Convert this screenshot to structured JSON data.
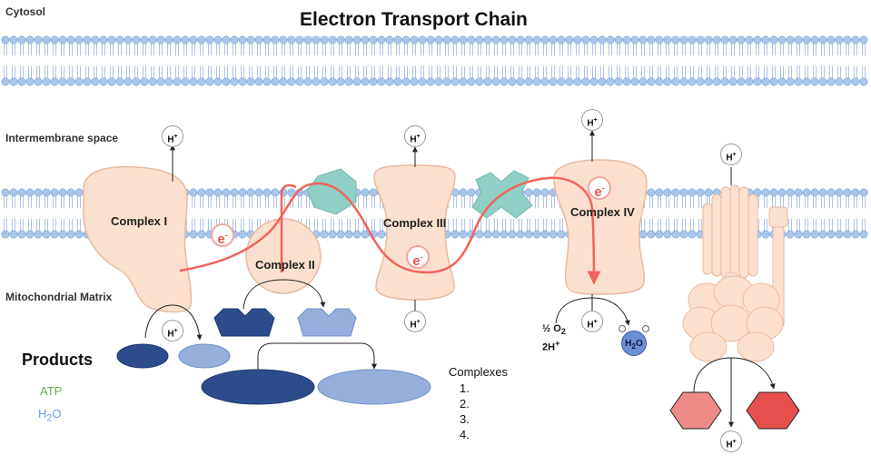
{
  "title": "Electron Transport Chain",
  "regions": {
    "cytosol": "Cytosol",
    "intermembrane": "Intermembrane space",
    "matrix": "Mitochondrial Matrix"
  },
  "complexes": {
    "c1": "Complex I",
    "c2": "Complex II",
    "c3": "Complex III",
    "c4": "Complex IV"
  },
  "electron": {
    "symbol": "e",
    "charge": "-"
  },
  "proton": {
    "symbol": "H",
    "charge": "+"
  },
  "oxygen_reaction": {
    "line1": "½ O",
    "line1_sub": "2",
    "line2": "2H",
    "line2_sup": "+"
  },
  "water": {
    "h": "H",
    "sub": "2",
    "o": "O"
  },
  "products": {
    "heading": "Products",
    "atp": "ATP",
    "h2o_h": "H",
    "h2o_sub": "2",
    "h2o_o": "O"
  },
  "complexes_list": {
    "heading": "Complexes",
    "items": [
      "1.",
      "2.",
      "3.",
      "4."
    ]
  },
  "colors": {
    "membrane_head": "#a9c6ea",
    "membrane_head_edge": "#7a9fd4",
    "protein": "#fce0cf",
    "protein_edge": "#e9b9a0",
    "electron_path": "#f0635a",
    "carrier": "#8fcfc5",
    "dark_blue": "#2c4c8c",
    "light_blue": "#97aedd",
    "light_red": "#ee8a88",
    "red": "#e6514d",
    "atp_green": "#6aa84f",
    "h2o_blue": "#6d9eeb"
  }
}
